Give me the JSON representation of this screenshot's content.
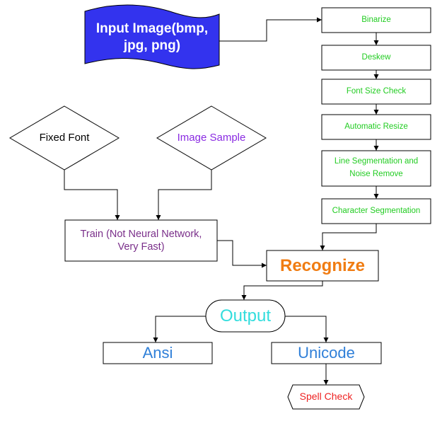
{
  "nodes": {
    "input_image": {
      "label": "Input Image(bmp,\njpg, png)",
      "fill": "#3333ee",
      "text_color": "#ffffff"
    },
    "binarize": {
      "label": "Binarize"
    },
    "deskew": {
      "label": "Deskew"
    },
    "font_size_check": {
      "label": "Font Size Check"
    },
    "automatic_resize": {
      "label": "Automatic Resize"
    },
    "line_segmentation": {
      "label": "Line Segmentation and\nNoise Remove"
    },
    "character_segmentation": {
      "label": "Character Segmentation"
    },
    "fixed_font": {
      "label": "Fixed Font"
    },
    "image_sample": {
      "label": "Image Sample"
    },
    "train": {
      "label": "Train (Not Neural Network,\nVery Fast)"
    },
    "recognize": {
      "label": "Recognize"
    },
    "output": {
      "label": "Output"
    },
    "ansi": {
      "label": "Ansi"
    },
    "unicode": {
      "label": "Unicode"
    },
    "spell_check": {
      "label": "Spell Check"
    }
  },
  "colors": {
    "pipeline_text": "#22cc22",
    "image_sample_text": "#8a2be2",
    "train_text": "#7a2f8a",
    "recognize_text": "#f07c12",
    "output_text": "#33dddd",
    "ansi_unicode_text": "#2f7fd8",
    "spell_check_text": "#ee2222",
    "stroke": "#000000"
  },
  "edges": [
    {
      "from": "input_image",
      "to": "binarize"
    },
    {
      "from": "binarize",
      "to": "deskew"
    },
    {
      "from": "deskew",
      "to": "font_size_check"
    },
    {
      "from": "font_size_check",
      "to": "automatic_resize"
    },
    {
      "from": "automatic_resize",
      "to": "line_segmentation"
    },
    {
      "from": "line_segmentation",
      "to": "character_segmentation"
    },
    {
      "from": "character_segmentation",
      "to": "recognize"
    },
    {
      "from": "fixed_font",
      "to": "train"
    },
    {
      "from": "image_sample",
      "to": "train"
    },
    {
      "from": "train",
      "to": "recognize"
    },
    {
      "from": "recognize",
      "to": "output"
    },
    {
      "from": "output",
      "to": "ansi"
    },
    {
      "from": "output",
      "to": "unicode"
    },
    {
      "from": "unicode",
      "to": "spell_check"
    }
  ]
}
